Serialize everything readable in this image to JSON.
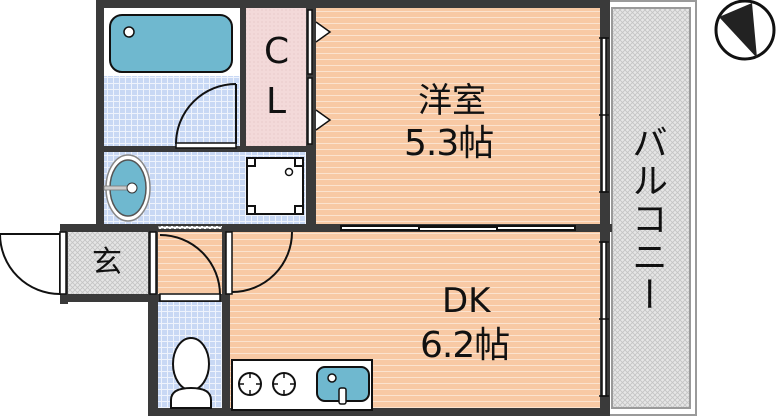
{
  "rooms": {
    "western": {
      "name": "洋室",
      "size": "5.3帖"
    },
    "dk": {
      "name": "DK",
      "size": "6.2帖"
    },
    "closet": {
      "line1": "C",
      "line2": "L"
    },
    "entrance": {
      "name": "玄"
    },
    "balcony": {
      "name": "バルコニー"
    }
  },
  "colors": {
    "wall": "#3a3a3a",
    "floor_wood": "#f8c9a4",
    "floor_tile": "#c8d8f4",
    "closet": "#f3d9d9",
    "fixture": "#6fb8cf",
    "hatch": "#d4d4d4"
  },
  "icons": [
    "compass-icon",
    "bathtub-icon",
    "sink-icon",
    "washer-pan-icon",
    "toilet-icon",
    "stove-icon",
    "kitchen-sink-icon"
  ]
}
